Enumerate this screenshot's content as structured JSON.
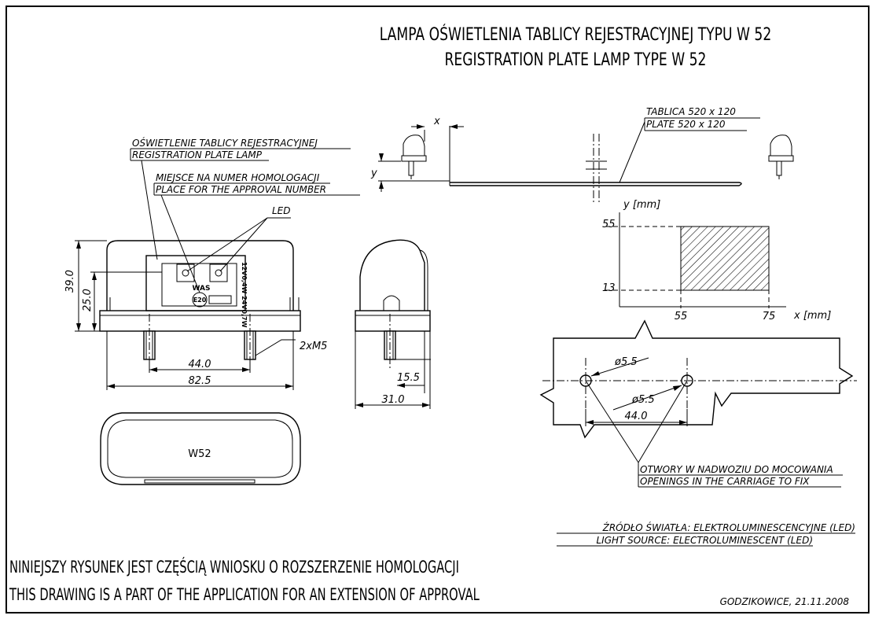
{
  "title": {
    "line1": "LAMPA OŚWIETLENIA TABLICY REJESTRACYJNEJ TYPU W 52",
    "line2": "REGISTRATION PLATE LAMP TYPE W 52"
  },
  "labels": {
    "plate_lighting_pl": "OŚWIETLENIE TABLICY REJESTRACYJNEJ",
    "plate_lighting_en": "REGISTRATION PLATE LAMP",
    "approval_pl": "MIEJSCE NA NUMER HOMOLOGACJI",
    "approval_en": "PLACE FOR THE APPROVAL NUMBER",
    "led": "LED",
    "was": "WAS",
    "e20": "E20",
    "voltage": "12V0,4W 24V0,7W",
    "w52": "W52",
    "bolts": "2xM5",
    "plate_pl": "TABLICA 520 x 120",
    "plate_en": "PLATE 520 x 120",
    "x": "x",
    "y": "y",
    "y_axis": "y [mm]",
    "x_axis": "x [mm]",
    "openings_pl": "OTWORY W NADWOZIU DO MOCOWANIA",
    "openings_en": "OPENINGS IN THE CARRIAGE TO FIX",
    "source_pl": "ŹRÓDŁO ŚWIATŁA: ELEKTROLUMINESCENCYJNE (LED)",
    "source_en": "LIGHT SOURCE: ELECTROLUMINESCENT (LED)"
  },
  "dimensions": {
    "height_total": "39.0",
    "height_body": "25.0",
    "bolt_spacing": "44.0",
    "width": "82.5",
    "bolt_length": "15.5",
    "depth": "31.0",
    "hole_dia_1": "ø5.5",
    "hole_dia_2": "ø5.5",
    "hole_spacing": "44.0"
  },
  "zone_chart": {
    "y_ticks": [
      "55",
      "13"
    ],
    "x_ticks": [
      "55",
      "75"
    ]
  },
  "footer": {
    "note_pl": "NINIEJSZY RYSUNEK JEST CZĘŚCIĄ WNIOSKU O ROZSZERZENIE HOMOLOGACJI",
    "note_en": "THIS DRAWING IS A PART OF THE APPLICATION FOR AN EXTENSION OF APPROVAL",
    "place_date": "GODZIKOWICE, 21.11.2008"
  }
}
